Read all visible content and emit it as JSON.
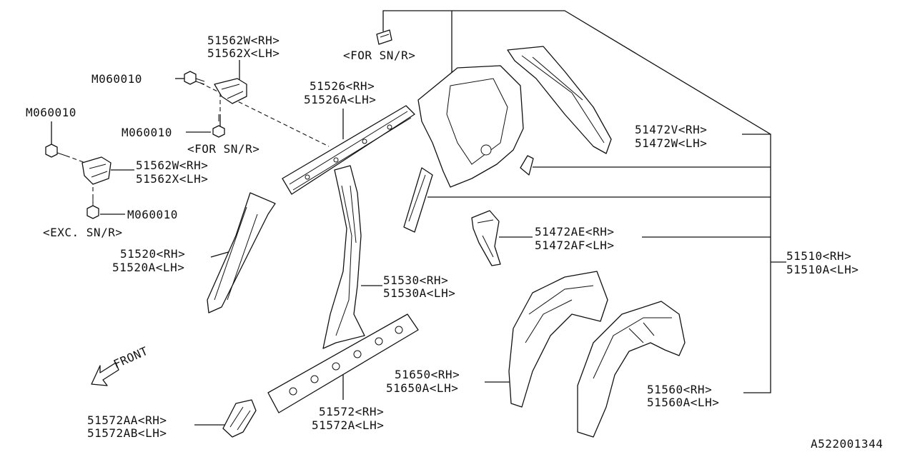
{
  "diagram_id": "A522001344",
  "front_label": "FRONT",
  "labels": {
    "p51562w_top_rh": "51562W<RH>",
    "p51562x_top_lh": "51562X<LH>",
    "m060010_top": "M060010",
    "m060010_mid": "M060010",
    "for_sn_r_mid": "<FOR SN/R>",
    "m060010_left": "M060010",
    "p51562w_left_rh": "51562W<RH>",
    "p51562x_left_lh": "51562X<LH>",
    "m060010_bottom": "M060010",
    "exc_sn_r": "<EXC. SN/R>",
    "for_sn_r_top": "<FOR SN/R>",
    "p51526_rh": "51526<RH>",
    "p51526a_lh": "51526A<LH>",
    "p51520_rh": "51520<RH>",
    "p51520a_lh": "51520A<LH>",
    "p51530_rh": "51530<RH>",
    "p51530a_lh": "51530A<LH>",
    "p51472v_rh": "51472V<RH>",
    "p51472w_lh": "51472W<LH>",
    "p51472ae_rh": "51472AE<RH>",
    "p51472af_lh": "51472AF<LH>",
    "p51510_rh": "51510<RH>",
    "p51510a_lh": "51510A<LH>",
    "p51650_rh": "51650<RH>",
    "p51650a_lh": "51650A<LH>",
    "p51560_rh": "51560<RH>",
    "p51560a_lh": "51560A<LH>",
    "p51572_rh": "51572<RH>",
    "p51572a_lh": "51572A<LH>",
    "p51572aa_rh": "51572AA<RH>",
    "p51572ab_lh": "51572AB<LH>"
  }
}
